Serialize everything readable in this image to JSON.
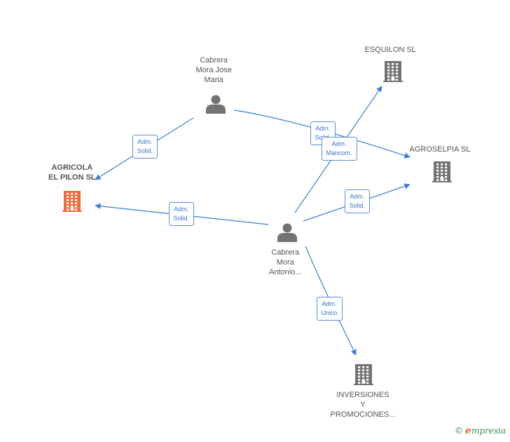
{
  "colors": {
    "edge": "#3a7ed6",
    "person": "#737373",
    "company": "#737373",
    "focus_company": "#f06a3a"
  },
  "nodes": {
    "agricola": {
      "type": "company",
      "focus": true,
      "label": [
        "AGRICOLA",
        "EL PILON SL"
      ]
    },
    "esquilon": {
      "type": "company",
      "label": [
        "ESQUILON SL"
      ]
    },
    "agroselpia": {
      "type": "company",
      "label": [
        "AGROSELPIA  SL"
      ]
    },
    "inversiones": {
      "type": "company",
      "label": [
        "INVERSIONES",
        "Y",
        "PROMOCIONES..."
      ]
    },
    "jose_maria": {
      "type": "person",
      "label": [
        "Cabrera",
        "Mora Jose",
        "Maria"
      ]
    },
    "antonio": {
      "type": "person",
      "label": [
        "Cabrera",
        "Mora",
        "Antonio..."
      ]
    }
  },
  "edges": [
    {
      "from": "jose_maria",
      "to": "agricola",
      "label": [
        "Adm.",
        "Solid."
      ]
    },
    {
      "from": "jose_maria",
      "to": "agroselpia",
      "label": [
        "Adm.",
        "Solid."
      ]
    },
    {
      "from": "antonio",
      "to": "agricola",
      "label": [
        "Adm.",
        "Solid."
      ]
    },
    {
      "from": "antonio",
      "to": "esquilon",
      "label": [
        "Adm.",
        "Mancom."
      ]
    },
    {
      "from": "antonio",
      "to": "agroselpia",
      "label": [
        "Adm.",
        "Solid."
      ]
    },
    {
      "from": "antonio",
      "to": "inversiones",
      "label": [
        "Adm.",
        "Unico"
      ]
    }
  ],
  "brand": {
    "copyright": "©",
    "name_initial": "e",
    "name_rest": "mpresia"
  }
}
